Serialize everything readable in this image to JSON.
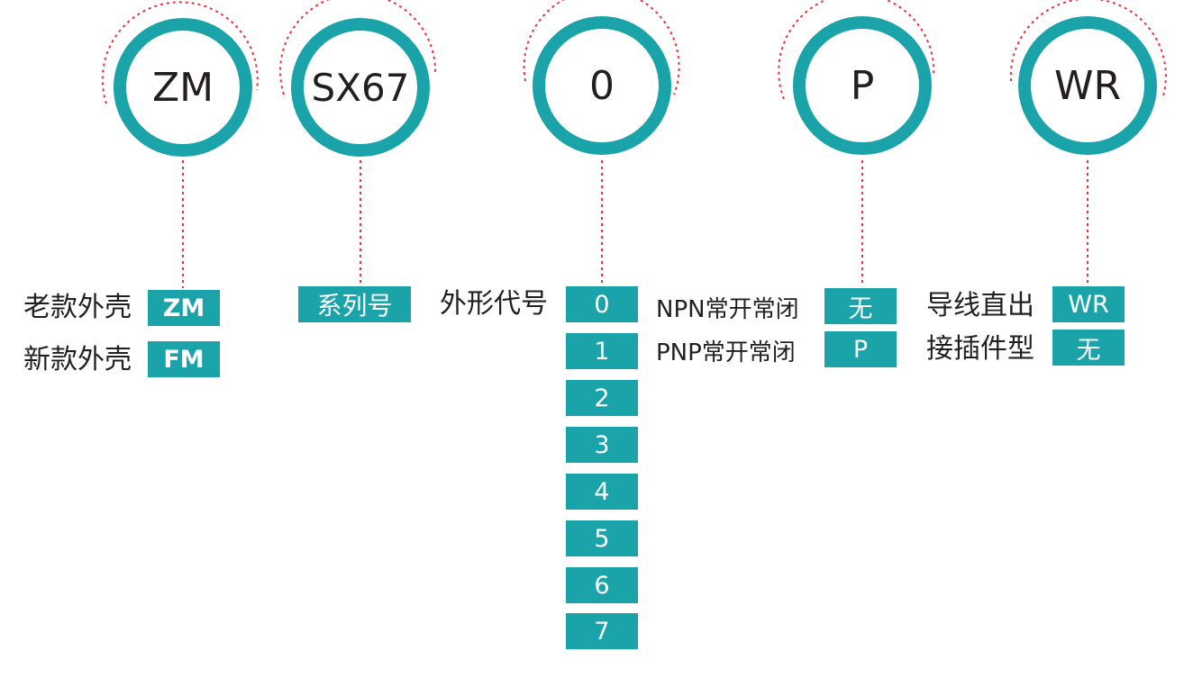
{
  "codes": {
    "housing": "ZM",
    "series": "SX67",
    "shape": "0",
    "output": "P",
    "connection": "WR"
  },
  "housing_options": [
    {
      "label": "老款外壳",
      "code": "ZM"
    },
    {
      "label": "新款外壳",
      "code": "FM"
    }
  ],
  "series_tag": "系列号",
  "shape_label": "外形代号",
  "shape_codes": [
    "0",
    "1",
    "2",
    "3",
    "4",
    "5",
    "6",
    "7"
  ],
  "output_options": [
    {
      "label": "NPN常开常闭",
      "code": "无"
    },
    {
      "label": "PNP常开常闭",
      "code": "P"
    }
  ],
  "connection_options": [
    {
      "label": "导线直出",
      "code": "WR"
    },
    {
      "label": "接插件型",
      "code": "无"
    }
  ],
  "colors": {
    "accent": "#1aa3a8",
    "connector": "#e8333a",
    "text": "#231f20"
  }
}
